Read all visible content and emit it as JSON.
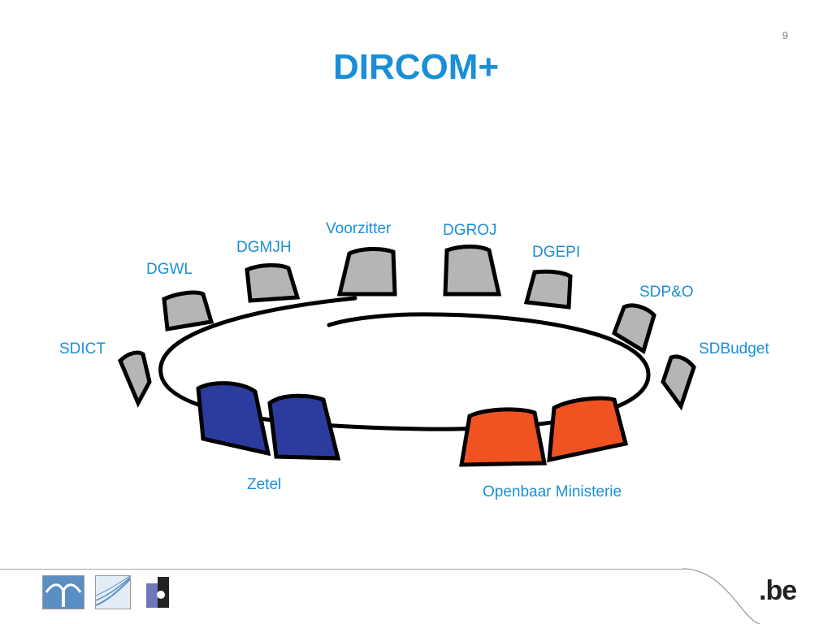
{
  "slide": {
    "page_number": "9",
    "title": "DIRCOM+"
  },
  "diagram": {
    "labels": {
      "voorzitter": "Voorzitter",
      "dgroj": "DGROJ",
      "dgmjh": "DGMJH",
      "dgepi": "DGEPI",
      "dgwl": "DGWL",
      "sdpo": "SDP&O",
      "sdict": "SDICT",
      "sdbudget": "SDBudget",
      "zetel": "Zetel",
      "openbaar_ministerie": "Openbaar Ministerie"
    },
    "colors": {
      "seat_grey": "#b5b5b5",
      "seat_blue": "#2b3c9e",
      "seat_orange": "#ef5322",
      "label_blue": "#1a8fd6"
    }
  },
  "footer": {
    "be_logo": ".be"
  }
}
